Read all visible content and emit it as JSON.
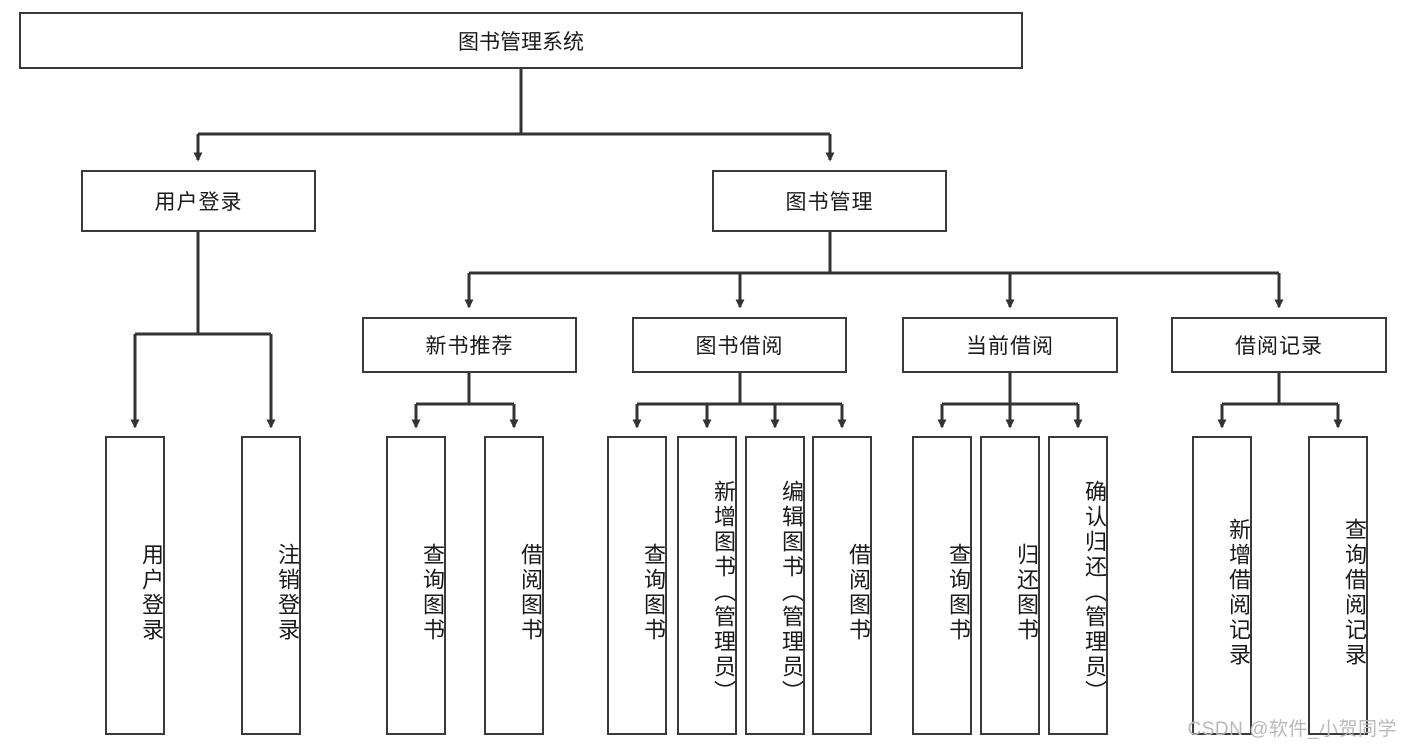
{
  "diagram": {
    "title": "图书管理系统",
    "watermark": "CSDN @软件_小贺同学",
    "colors": {
      "border": "#3a3a3a",
      "fill": "#ffffff",
      "line": "#333333",
      "text": "#1a1a1a",
      "watermark": "#b9b9b9"
    },
    "levels": {
      "root": {
        "label": "图书管理系统"
      },
      "level2": [
        {
          "id": "user-login",
          "label": "用户登录"
        },
        {
          "id": "book-manage",
          "label": "图书管理"
        }
      ],
      "level3": [
        {
          "id": "new-book-recommend",
          "label": "新书推荐",
          "parent": "book-manage"
        },
        {
          "id": "book-borrow",
          "label": "图书借阅",
          "parent": "book-manage"
        },
        {
          "id": "current-borrow",
          "label": "当前借阅",
          "parent": "book-manage"
        },
        {
          "id": "borrow-record",
          "label": "借阅记录",
          "parent": "book-manage"
        }
      ],
      "leaves": [
        {
          "id": "leaf-user-login",
          "label": "用户登录",
          "parent": "user-login"
        },
        {
          "id": "leaf-logout-login",
          "label": "注销登录",
          "parent": "user-login"
        },
        {
          "id": "leaf-query-book-1",
          "label": "查询图书",
          "parent": "new-book-recommend"
        },
        {
          "id": "leaf-borrow-book-1",
          "label": "借阅图书",
          "parent": "new-book-recommend"
        },
        {
          "id": "leaf-query-book-2",
          "label": "查询图书",
          "parent": "book-borrow"
        },
        {
          "id": "leaf-add-book",
          "label": "新增图书（管理员）",
          "parent": "book-borrow"
        },
        {
          "id": "leaf-edit-book",
          "label": "编辑图书（管理员）",
          "parent": "book-borrow"
        },
        {
          "id": "leaf-borrow-book-2",
          "label": "借阅图书",
          "parent": "book-borrow"
        },
        {
          "id": "leaf-query-book-3",
          "label": "查询图书",
          "parent": "current-borrow"
        },
        {
          "id": "leaf-return-book",
          "label": "归还图书",
          "parent": "current-borrow"
        },
        {
          "id": "leaf-confirm-return",
          "label": "确认归还（管理员）",
          "parent": "current-borrow"
        },
        {
          "id": "leaf-add-record",
          "label": "新增借阅记录",
          "parent": "borrow-record"
        },
        {
          "id": "leaf-query-record",
          "label": "查询借阅记录",
          "parent": "borrow-record"
        }
      ]
    }
  }
}
